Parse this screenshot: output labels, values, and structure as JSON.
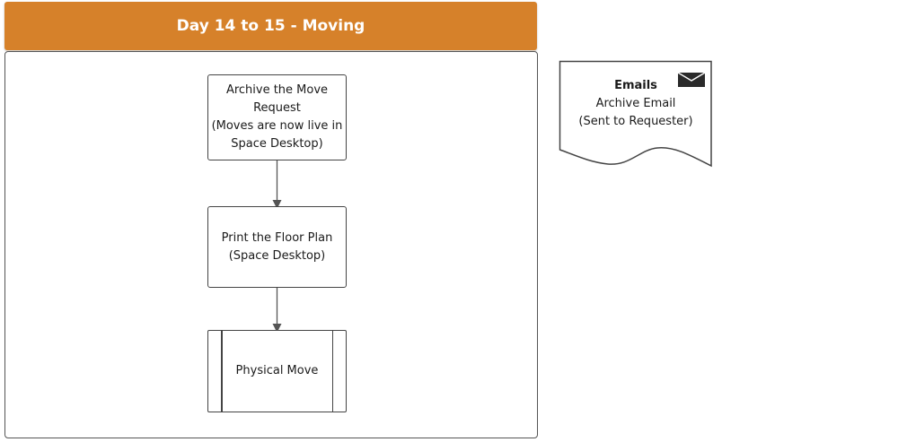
{
  "header": {
    "title": "Day 14 to 15 - Moving"
  },
  "flow": {
    "steps": [
      {
        "label": "Archive the Move\nRequest\n(Moves are now live in\nSpace Desktop)"
      },
      {
        "label": "Print the Floor Plan\n(Space Desktop)"
      },
      {
        "label": "Physical Move"
      }
    ]
  },
  "document": {
    "title": "Emails",
    "line1": "Archive Email",
    "line2": "(Sent to Requester)",
    "icon": "envelope-icon"
  },
  "colors": {
    "header_bg": "#d6812a",
    "header_text": "#ffffff",
    "stroke": "#444444"
  }
}
